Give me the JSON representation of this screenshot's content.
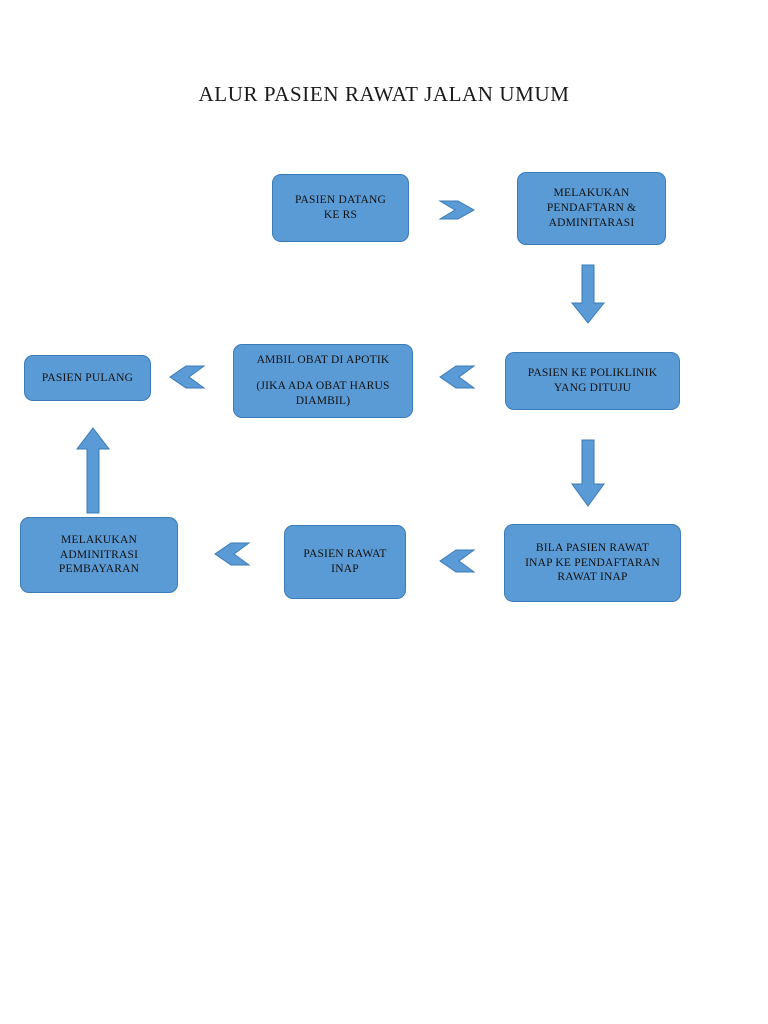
{
  "diagram": {
    "title": "ALUR PASIEN RAWAT JALAN UMUM",
    "colors": {
      "node_fill": "#5B9BD5",
      "node_stroke": "#3A7BB8",
      "arrow_fill": "#5B9BD5",
      "arrow_stroke": "#3A7BB8",
      "text": "#101010",
      "background": "#FFFFFF"
    },
    "nodes": [
      {
        "id": "pasien-datang",
        "lines": [
          "PASIEN DATANG",
          "KE RS"
        ]
      },
      {
        "id": "pendaftaran",
        "lines": [
          "MELAKUKAN",
          "PENDAFTARN &",
          "ADMINITARASI"
        ]
      },
      {
        "id": "poliklinik",
        "lines": [
          "PASIEN KE POLIKLINIK",
          "YANG DITUJU"
        ]
      },
      {
        "id": "ambil-obat",
        "lines": [
          "AMBIL OBAT DI APOTIK",
          "(JIKA ADA OBAT HARUS",
          "DIAMBIL)"
        ]
      },
      {
        "id": "pasien-pulang",
        "lines": [
          "PASIEN PULANG"
        ]
      },
      {
        "id": "rawat-inap-pendaftaran",
        "lines": [
          "BILA PASIEN RAWAT",
          "INAP KE PENDAFTARAN",
          "RAWAT INAP"
        ]
      },
      {
        "id": "pasien-rawat-inap",
        "lines": [
          "PASIEN RAWAT",
          "INAP"
        ]
      },
      {
        "id": "administrasi-pembayaran",
        "lines": [
          "MELAKUKAN",
          "ADMINITRASI",
          "PEMBAYARAN"
        ]
      }
    ],
    "arrows": [
      {
        "id": "a1",
        "icon": "chevron-right-icon",
        "direction": "right",
        "from": "pasien-datang",
        "to": "pendaftaran"
      },
      {
        "id": "a2",
        "icon": "arrow-down-icon",
        "direction": "down",
        "from": "pendaftaran",
        "to": "poliklinik"
      },
      {
        "id": "a3",
        "icon": "chevron-left-icon",
        "direction": "left",
        "from": "poliklinik",
        "to": "ambil-obat"
      },
      {
        "id": "a4",
        "icon": "chevron-left-icon",
        "direction": "left",
        "from": "ambil-obat",
        "to": "pasien-pulang"
      },
      {
        "id": "a5",
        "icon": "arrow-down-icon",
        "direction": "down",
        "from": "poliklinik",
        "to": "rawat-inap-pendaftaran"
      },
      {
        "id": "a6",
        "icon": "chevron-left-icon",
        "direction": "left",
        "from": "rawat-inap-pendaftaran",
        "to": "pasien-rawat-inap"
      },
      {
        "id": "a7",
        "icon": "chevron-left-icon",
        "direction": "left",
        "from": "pasien-rawat-inap",
        "to": "administrasi-pembayaran"
      },
      {
        "id": "a8",
        "icon": "arrow-up-icon",
        "direction": "up",
        "from": "administrasi-pembayaran",
        "to": "pasien-pulang"
      }
    ]
  }
}
